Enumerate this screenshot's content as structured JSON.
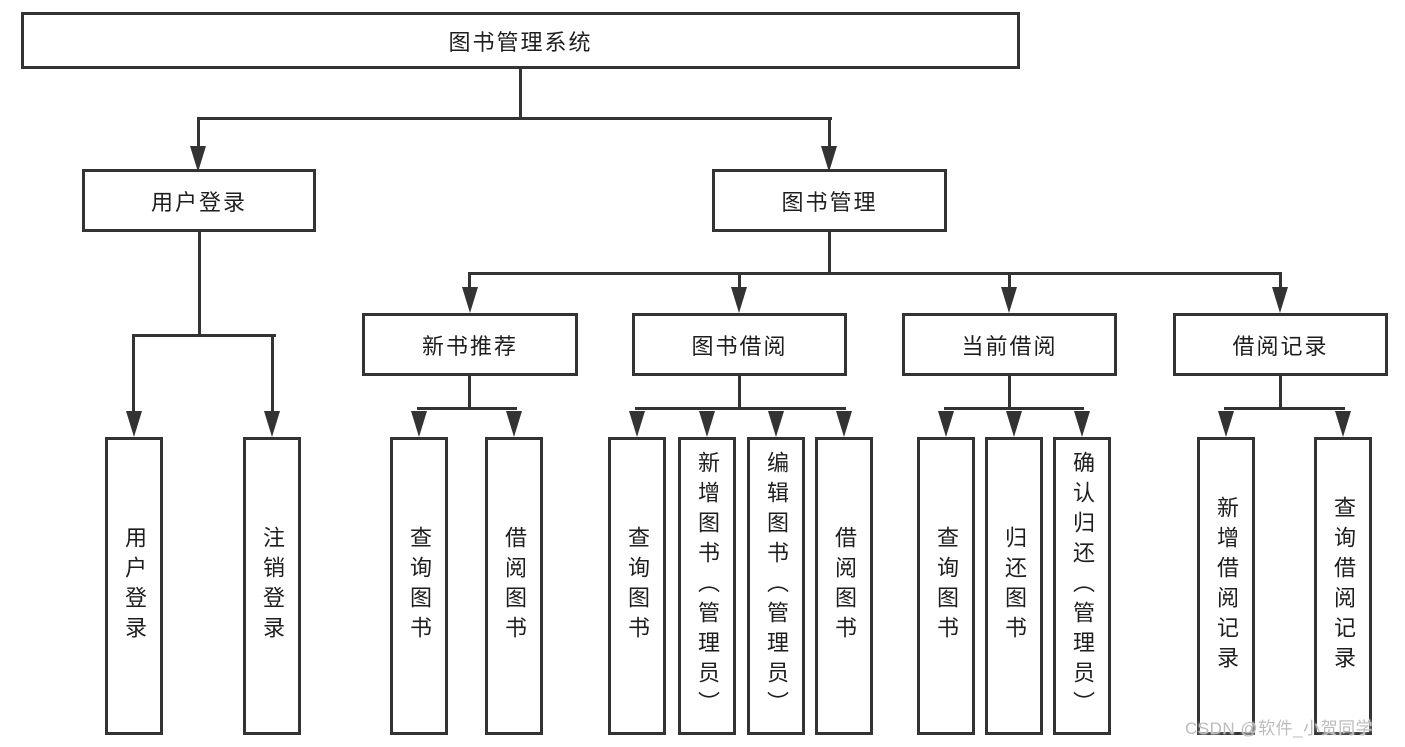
{
  "diagram": {
    "title": "图书管理系统",
    "root": {
      "label": "图书管理系统"
    },
    "level2": [
      {
        "id": "user-login",
        "label": "用户登录",
        "children": [
          "用户登录",
          "注销登录"
        ]
      },
      {
        "id": "book-management",
        "label": "图书管理"
      }
    ],
    "level3": [
      {
        "id": "new-book-recommend",
        "label": "新书推荐",
        "children": [
          "查询图书",
          "借阅图书"
        ]
      },
      {
        "id": "book-borrowing",
        "label": "图书借阅",
        "children": [
          "查询图书",
          "新增图书（管理员）",
          "编辑图书（管理员）",
          "借阅图书"
        ]
      },
      {
        "id": "current-borrowing",
        "label": "当前借阅",
        "children": [
          "查询图书",
          "归还图书",
          "确认归还（管理员）"
        ]
      },
      {
        "id": "borrowing-records",
        "label": "借阅记录",
        "children": [
          "新增借阅记录",
          "查询借阅记录"
        ]
      }
    ],
    "colors": {
      "line": "#333333",
      "text": "#1e1e1e",
      "background": "#ffffff"
    }
  },
  "watermark": {
    "text": "CSDN @软件_小贺同学",
    "color": "#bcbcbc"
  }
}
